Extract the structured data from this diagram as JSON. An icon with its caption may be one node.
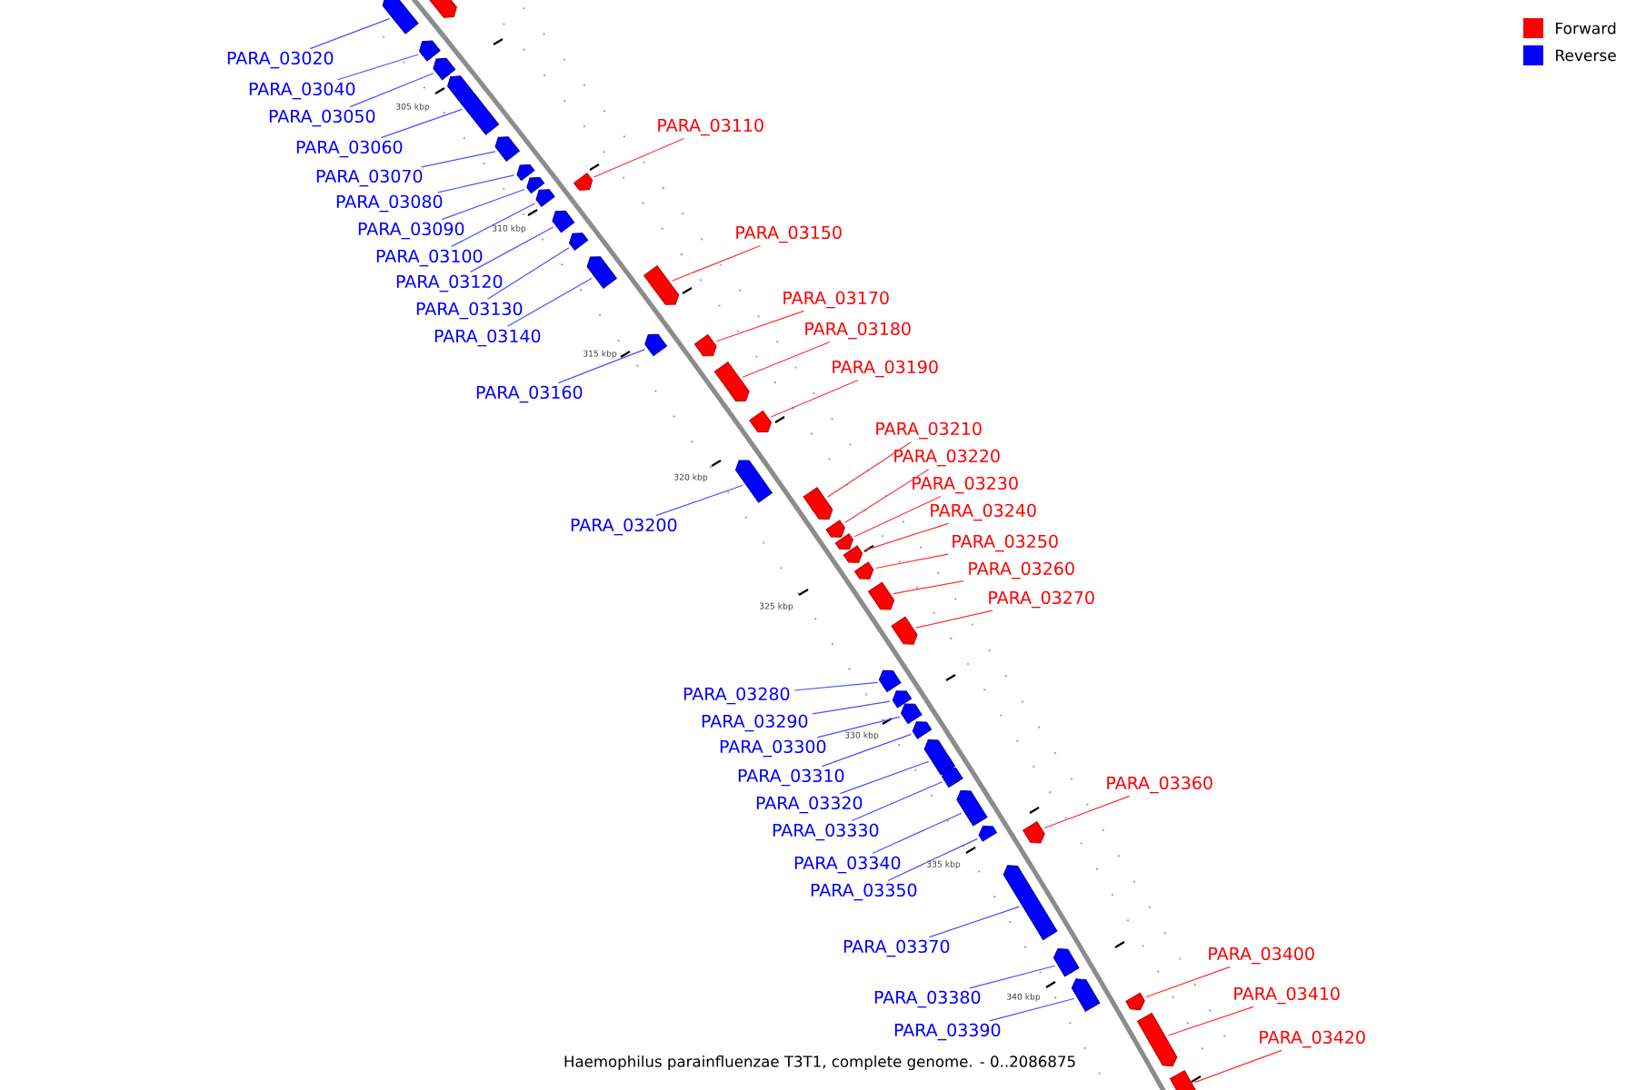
{
  "diagram": {
    "caption": "Haemophilus parainfluenzae T3T1, complete genome. - 0..2086875",
    "nodes": [
      {
        "text": [],
        "shape": "arrow"
      },
      {
        "text": [
          "PARA_03020"
        ]
      },
      {
        "text": [],
        "shape": "arrow"
      },
      {
        "text": [
          "PARA_03040"
        ]
      },
      {
        "text": [],
        "shape": "arrow"
      },
      {
        "text": [
          "PARA_03050"
        ]
      },
      {
        "text": [],
        "shape": "arrow"
      },
      {
        "text": [
          "PARA_03110"
        ]
      },
      {
        "text": [],
        "shape": "arrow"
      },
      {
        "text": [
          "PARA_03060"
        ]
      },
      {
        "text": [],
        "shape": "arrow"
      },
      {
        "text": [
          "PARA_03070"
        ]
      },
      {
        "text": [],
        "shape": "arrow"
      },
      {
        "text": [
          "PARA_03080"
        ]
      },
      {
        "text": [],
        "shape": "arrow"
      },
      {
        "text": [
          "PARA_03090"
        ]
      },
      {
        "text": [],
        "shape": "arrow"
      },
      {
        "text": [
          "PARA_03150"
        ]
      },
      {
        "text": [],
        "shape": "arrow"
      },
      {
        "text": [
          "PARA_03100"
        ]
      },
      {
        "text": [],
        "shape": "arrow"
      },
      {
        "text": [
          "PARA_03120"
        ]
      },
      {
        "text": [],
        "shape": "arrow"
      },
      {
        "text": [
          "PARA_03170"
        ]
      },
      {
        "text": [],
        "shape": "arrow"
      },
      {
        "text": [
          "PARA_03130"
        ]
      },
      {
        "text": [],
        "shape": "arrow"
      },
      {
        "text": [
          "PARA_03180"
        ]
      },
      {
        "text": [],
        "shape": "arrow"
      },
      {
        "text": [
          "PARA_03140"
        ]
      },
      {
        "text": [],
        "shape": "arrow"
      },
      {
        "text": [
          "PARA_03190"
        ]
      },
      {
        "text": [],
        "shape": "arrow"
      },
      {
        "text": [
          "PARA_03160"
        ]
      },
      {
        "text": [],
        "shape": "arrow"
      },
      {
        "text": [
          "PARA_03210"
        ]
      },
      {
        "text": [],
        "shape": "arrow"
      },
      {
        "text": [
          "PARA_03220"
        ]
      },
      {
        "text": [],
        "shape": "arrow"
      },
      {
        "text": [
          "PARA_03230"
        ]
      },
      {
        "text": [],
        "shape": "arrow"
      },
      {
        "text": [
          "PARA_03240"
        ]
      },
      {
        "text": [],
        "shape": "arrow"
      },
      {
        "text": [
          "PARA_03200"
        ]
      },
      {
        "text": [],
        "shape": "arrow"
      },
      {
        "text": [
          "PARA_03250"
        ]
      },
      {
        "text": [],
        "shape": "arrow"
      },
      {
        "text": [
          "PARA_03260"
        ]
      },
      {
        "text": [],
        "shape": "arrow"
      },
      {
        "text": [
          "PARA_03270"
        ]
      },
      {
        "text": [],
        "shape": "arrow"
      },
      {
        "text": [
          "PARA_03280"
        ]
      },
      {
        "text": [],
        "shape": "arrow"
      },
      {
        "text": [
          "PARA_03290"
        ]
      },
      {
        "text": [],
        "shape": "arrow"
      },
      {
        "text": [
          "PARA_03300"
        ]
      },
      {
        "text": [],
        "shape": "arrow"
      },
      {
        "text": [
          "PARA_03310"
        ]
      },
      {
        "text": [],
        "shape": "arrow"
      },
      {
        "text": [
          "PARA_03360"
        ]
      },
      {
        "text": [],
        "shape": "arrow"
      },
      {
        "text": [
          "PARA_03320"
        ]
      },
      {
        "text": [],
        "shape": "arrow"
      },
      {
        "text": [
          "PARA_03330"
        ]
      },
      {
        "text": [],
        "shape": "arrow"
      },
      {
        "text": [
          "PARA_03340"
        ]
      },
      {
        "text": [],
        "shape": "arrow"
      },
      {
        "text": [
          "PARA_03350"
        ]
      },
      {
        "text": [],
        "shape": "arrow"
      },
      {
        "text": [
          "PARA_03370"
        ]
      },
      {
        "text": [],
        "shape": "arrow"
      },
      {
        "text": [
          "PARA_03400"
        ]
      },
      {
        "text": [],
        "shape": "arrow"
      },
      {
        "text": [
          "PARA_03410"
        ]
      },
      {
        "text": [],
        "shape": "arrow"
      },
      {
        "text": [
          "PARA_03380"
        ]
      },
      {
        "text": [],
        "shape": "arrow"
      },
      {
        "text": [
          "PARA_03390"
        ]
      },
      {
        "text": [],
        "shape": "arrow"
      },
      {
        "text": [
          "PARA_03420"
        ]
      },
      {
        "text": [],
        "shape": "arrow"
      }
    ],
    "edges": [
      {
        "from": 1,
        "to": 2,
        "arrow": "none"
      },
      {
        "from": 3,
        "to": 4,
        "arrow": "none"
      },
      {
        "from": 5,
        "to": 6,
        "arrow": "none"
      },
      {
        "from": 7,
        "to": 8,
        "arrow": "none",
        "color": "#ff3030"
      },
      {
        "from": 9,
        "to": 10,
        "arrow": "none"
      },
      {
        "from": 11,
        "to": 12,
        "arrow": "none"
      },
      {
        "from": 13,
        "to": 14,
        "arrow": "none"
      },
      {
        "from": 15,
        "to": 16,
        "arrow": "none"
      },
      {
        "from": 17,
        "to": 18,
        "arrow": "none",
        "color": "#ff3030"
      },
      {
        "from": 19,
        "to": 20,
        "arrow": "none"
      },
      {
        "from": 21,
        "to": 22,
        "arrow": "none"
      },
      {
        "from": 23,
        "to": 24,
        "arrow": "none",
        "color": "#ff3030"
      },
      {
        "from": 25,
        "to": 26,
        "arrow": "none"
      },
      {
        "from": 27,
        "to": 28,
        "arrow": "none",
        "color": "#ff3030"
      },
      {
        "from": 29,
        "to": 30,
        "arrow": "none"
      },
      {
        "from": 31,
        "to": 32,
        "arrow": "none",
        "color": "#ff3030"
      },
      {
        "from": 33,
        "to": 34,
        "arrow": "none"
      },
      {
        "from": 35,
        "to": 36,
        "arrow": "none",
        "color": "#ff3030"
      },
      {
        "from": 37,
        "to": 38,
        "arrow": "none",
        "color": "#ff3030"
      },
      {
        "from": 39,
        "to": 40,
        "arrow": "none",
        "color": "#ff3030"
      },
      {
        "from": 41,
        "to": 42,
        "arrow": "none",
        "color": "#ff3030"
      },
      {
        "from": 43,
        "to": 44,
        "arrow": "none"
      },
      {
        "from": 45,
        "to": 46,
        "arrow": "none",
        "color": "#ff3030"
      },
      {
        "from": 47,
        "to": 48,
        "arrow": "none",
        "color": "#ff3030"
      },
      {
        "from": 49,
        "to": 50,
        "arrow": "none",
        "color": "#ff3030"
      },
      {
        "from": 51,
        "to": 52,
        "arrow": "none"
      },
      {
        "from": 53,
        "to": 54,
        "arrow": "none"
      },
      {
        "from": 55,
        "to": 56,
        "arrow": "none"
      },
      {
        "from": 57,
        "to": 58,
        "arrow": "none"
      },
      {
        "from": 59,
        "to": 60,
        "arrow": "none",
        "color": "#ff3030"
      },
      {
        "from": 61,
        "to": 62,
        "arrow": "none"
      },
      {
        "from": 63,
        "to": 64,
        "arrow": "none"
      },
      {
        "from": 65,
        "to": 66,
        "arrow": "none"
      },
      {
        "from": 67,
        "to": 68,
        "arrow": "none"
      },
      {
        "from": 69,
        "to": 70,
        "arrow": "none"
      },
      {
        "from": 71,
        "to": 72,
        "arrow": "none",
        "color": "#ff3030"
      },
      {
        "from": 73,
        "to": 74,
        "arrow": "none",
        "color": "#ff3030"
      },
      {
        "from": 75,
        "to": 76,
        "arrow": "none"
      },
      {
        "from": 77,
        "to": 78,
        "arrow": "none"
      },
      {
        "from": 79,
        "to": 80,
        "arrow": "none",
        "color": "#ff3030"
      }
    ],
    "labels": [
      "305 kbp",
      "310 kbp",
      "315 kbp",
      "320 kbp",
      "325 kbp",
      "330 kbp",
      "335 kbp",
      "340 kbp"
    ],
    "legend": [
      {
        "text": "Forward",
        "color": "#ff0000"
      },
      {
        "text": "Reverse",
        "color": "#0000ff"
      }
    ]
  }
}
